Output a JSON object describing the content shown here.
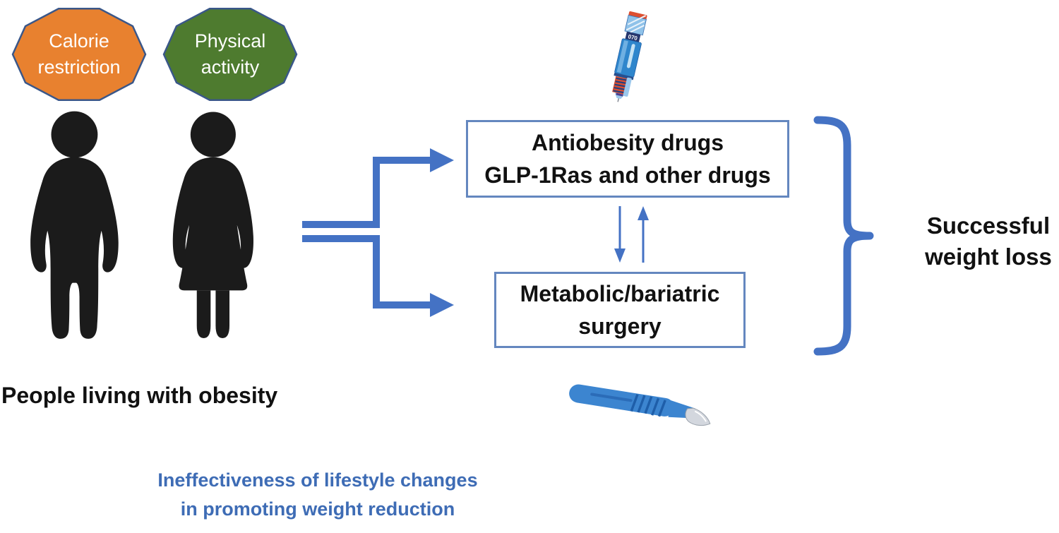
{
  "palette": {
    "accent-blue": "#4472C4",
    "box-border": "#6487BF",
    "text-blue": "#3E6CB5",
    "orange": "#E8812F",
    "green": "#4E7B2F",
    "shape-border": "#3A5789",
    "silhouette": "#1B1B1B"
  },
  "lifestyle_shapes": {
    "calorie": {
      "line1": "Calorie",
      "line2": "restriction"
    },
    "activity": {
      "line1": "Physical",
      "line2": "activity"
    }
  },
  "people": {
    "caption": "People living with obesity"
  },
  "ineffectiveness_note": {
    "line1": "Ineffectiveness of lifestyle changes",
    "line2": "in promoting weight reduction"
  },
  "treatments": {
    "drugs_box": {
      "line1": "Antiobesity drugs",
      "line2": "GLP-1Ras and other drugs"
    },
    "surgery_box": {
      "line1": "Metabolic/bariatric",
      "line2": "surgery"
    }
  },
  "outcome": {
    "line1": "Successful",
    "line2": "weight loss"
  },
  "icons": {
    "pen": "injection-pen-icon",
    "scalpel": "scalpel-icon",
    "pen_display": "070"
  }
}
